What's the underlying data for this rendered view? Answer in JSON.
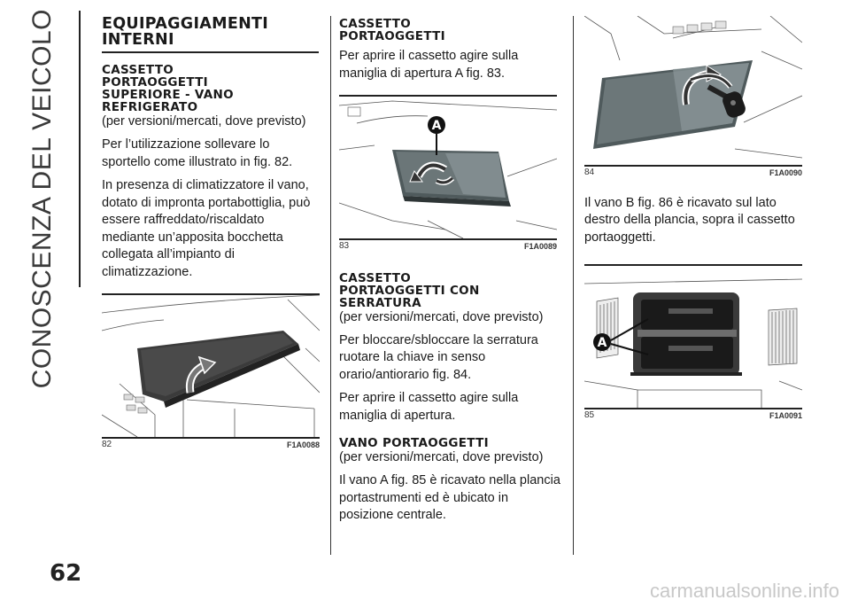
{
  "sidebar": {
    "section_title": "CONOSCENZA DEL VEICOLO"
  },
  "page_number": "62",
  "watermark": "carmanualsonline.info",
  "col1": {
    "main_heading_line1": "EQUIPAGGIAMENTI",
    "main_heading_line2": "INTERNI",
    "sub_heading_lines": [
      "CASSETTO",
      "PORTAOGGETTI",
      "SUPERIORE - VANO",
      "REFRIGERATO"
    ],
    "note": "(per versioni/mercati, dove previsto)",
    "p1": "Per l’utilizzazione sollevare lo sportello come illustrato in fig. 82.",
    "p2": "In presenza di climatizzatore il vano, dotato di impronta portabottiglia, può essere raffreddato/riscaldato mediante un’apposita bocchetta collegata all’impianto di climatizzazione.",
    "figure": {
      "number": "82",
      "code": "F1A0088"
    }
  },
  "col2": {
    "heading1_lines": [
      "CASSETTO",
      "PORTAOGGETTI"
    ],
    "p1": "Per aprire il cassetto agire sulla maniglia di apertura A fig. 83.",
    "figure": {
      "number": "83",
      "code": "F1A0089",
      "label": "A"
    },
    "heading2_lines": [
      "CASSETTO",
      "PORTAOGGETTI CON",
      "SERRATURA"
    ],
    "note2": "(per versioni/mercati, dove previsto)",
    "p2": "Per bloccare/sbloccare la serratura ruotare la chiave in senso orario/antiorario fig. 84.",
    "p3": "Per aprire il cassetto agire sulla maniglia di apertura.",
    "heading3": "VANO PORTAOGGETTI",
    "note3": "(per versioni/mercati, dove previsto)",
    "p4": "Il vano A fig. 85 è ricavato nella plancia portastrumenti ed è ubicato in posizione centrale."
  },
  "col3": {
    "figure84": {
      "number": "84",
      "code": "F1A0090"
    },
    "p1": "Il vano B fig. 86 è ricavato sul lato destro della plancia, sopra il cassetto portaoggetti.",
    "figure85": {
      "number": "85",
      "code": "F1A0091",
      "label": "A"
    }
  }
}
